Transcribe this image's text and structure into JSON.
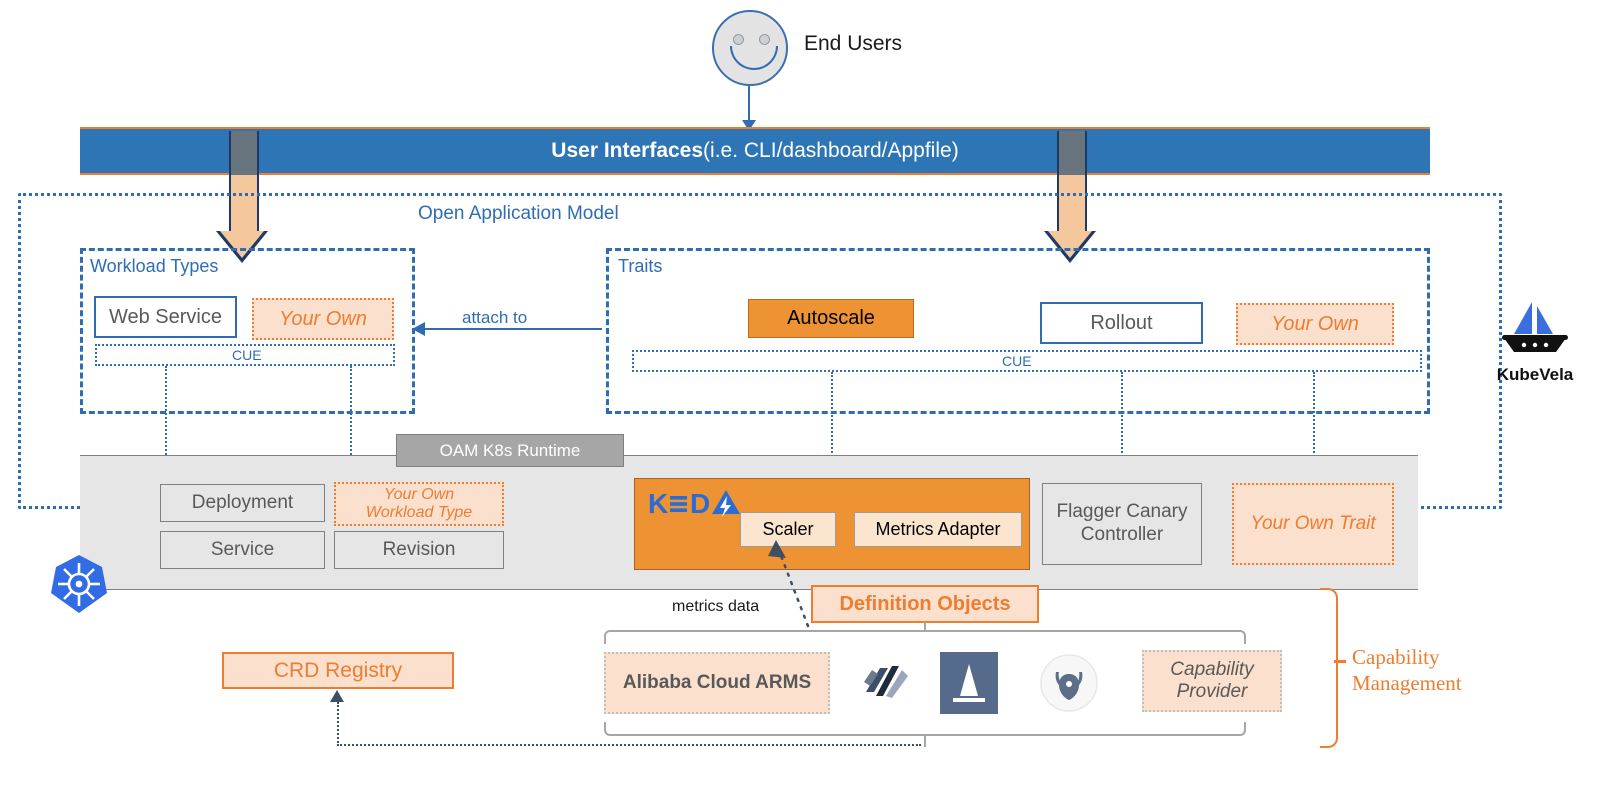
{
  "diagram": {
    "title": "KubeVela / OAM architecture overview",
    "end_users": {
      "label": "End Users",
      "icon": "smiley-face-icon"
    },
    "user_interfaces": {
      "bold": "User Interfaces",
      "rest": " (i.e. CLI/dashboard/Appfile)"
    },
    "oam": {
      "title": "Open Application Model",
      "workload_types": {
        "label": "Workload Types",
        "cue_label": "CUE",
        "items": [
          {
            "label": "Web Service",
            "style": "solid-blue"
          },
          {
            "label": "Your Own",
            "style": "your-own"
          }
        ]
      },
      "traits": {
        "label": "Traits",
        "cue_label": "CUE",
        "items": [
          {
            "label": "Autoscale",
            "style": "autoscale"
          },
          {
            "label": "Rollout",
            "style": "solid-blue"
          },
          {
            "label": "Your Own",
            "style": "your-own"
          }
        ]
      },
      "attach_label": "attach to"
    },
    "runtime": {
      "tab_label": "OAM K8s Runtime",
      "workload_boxes": [
        {
          "label": "Deployment"
        },
        {
          "label": "Service"
        },
        {
          "label": "Revision"
        }
      ],
      "own_workload_type": {
        "line1": "Your Own",
        "line2": "Workload Type"
      },
      "keda": {
        "logo_text": "KEDA",
        "scaler": "Scaler",
        "metrics_adapter": "Metrics Adapter"
      },
      "flagger": {
        "line1": "Flagger Canary",
        "line2": "Controller"
      },
      "own_trait": "Your Own Trait",
      "k8s_icon": "kubernetes-logo-icon"
    },
    "definition_objects": {
      "label": "Definition Objects",
      "metrics_data_label": "metrics data",
      "providers": [
        {
          "label": "Alibaba Cloud ARMS",
          "type": "text"
        },
        {
          "label": "",
          "type": "linkerd-logo-icon"
        },
        {
          "label": "",
          "type": "istio-logo-icon"
        },
        {
          "label": "",
          "type": "flagger-logo-icon"
        },
        {
          "line1": "Capability",
          "line2": "Provider",
          "type": "text-italic"
        }
      ]
    },
    "crd_registry": {
      "label": "CRD Registry"
    },
    "capability_management": {
      "line1": "Capability",
      "line2": "Management"
    },
    "kubevela": {
      "label": "KubeVela",
      "icon": "kubevela-sailboat-icon"
    },
    "colors": {
      "blue_bar": "#2e75b6",
      "orange_accent": "#ed7d31",
      "orange_fill": "#ed9333",
      "peach_fill": "#fbe0cd",
      "runtime_gray": "#e6e6e6",
      "k8s_blue": "#326ce5",
      "outline_navy": "#1f3864"
    }
  }
}
